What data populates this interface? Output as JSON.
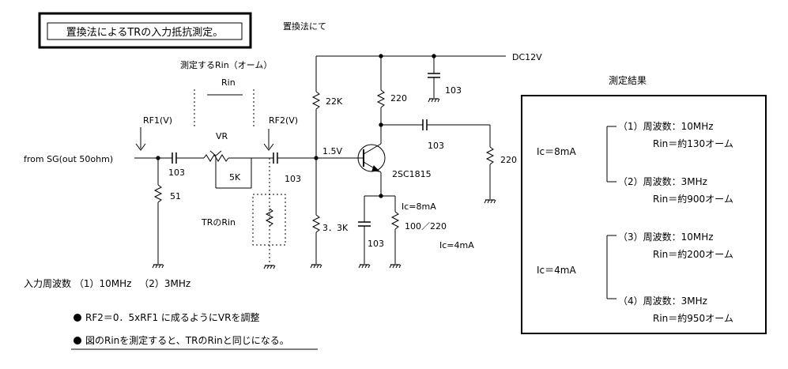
{
  "title": "置換法によるTRの入力抵抗測定。",
  "subtitle": "置換法にて",
  "labels": {
    "measure_rin": "測定するRin（オーム）",
    "rin": "Rin",
    "rf1": "RF1(V)",
    "rf2": "RF2(V)",
    "vr": "VR",
    "vr_value": "5K",
    "from_sg": "from SG(out 50ohm)",
    "c1": "103",
    "r51": "51",
    "c2": "103",
    "tr_rin": "TRのRin",
    "r22k": "22K",
    "r33k": "3．3K",
    "v15": "1.5V",
    "r220_collector": "220",
    "transistor": "2SC1815",
    "c_coupling": "103",
    "r220_load": "220",
    "dc": "DC12V",
    "c_supply": "103",
    "ic8": "Ic=8mA",
    "c_emitter": "103",
    "r_emitter": "100／220",
    "ic4": "Ic=4mA"
  },
  "input_freq": "入力周波数 （1）10MHz 　（2）3MHz",
  "notes": [
    "RF2＝0．5xRF1 に成るようにVRを調整",
    "図のRinを測定すると、TRのRinと同じになる。"
  ],
  "results": {
    "heading": "測定結果",
    "groups": [
      {
        "ic": "Ic＝8mA",
        "items": [
          {
            "freq": "（1）周波数：10MHz",
            "rin": "Rin＝約130オーム"
          },
          {
            "freq": "（2）周波数：3MHz",
            "rin": "Rin＝約900オーム"
          }
        ]
      },
      {
        "ic": "Ic＝4mA",
        "items": [
          {
            "freq": "（3）周波数：10MHz",
            "rin": "Rin＝約200オーム"
          },
          {
            "freq": "（4）周波数：3MHz",
            "rin": "Rin＝約950オーム"
          }
        ]
      }
    ]
  }
}
